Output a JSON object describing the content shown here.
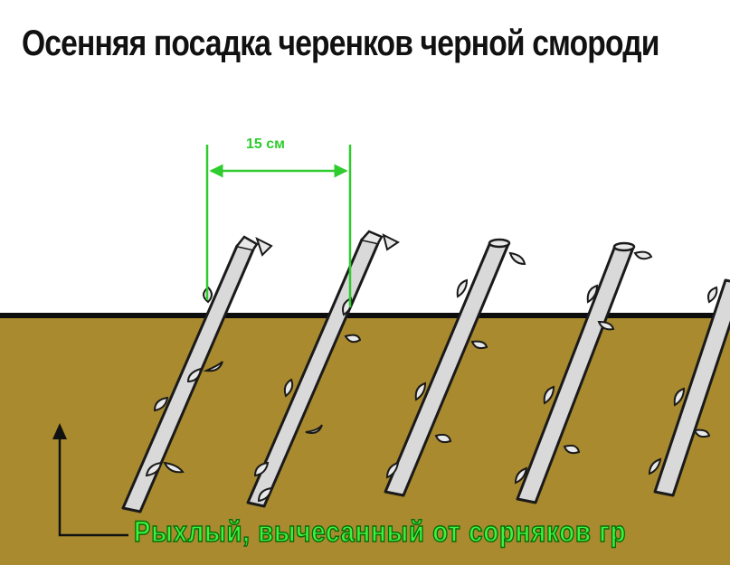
{
  "title": "Осенняя посадка черенков черной смороди",
  "spacing": {
    "label": "15 см"
  },
  "soil": {
    "label": "Рыхлый, вычесанный от сорняков гр"
  },
  "colors": {
    "soil": "#a98a2e",
    "accent": "#3df23d",
    "ground_line": "#0d0d0d",
    "cutting_fill": "#d9d9d9",
    "outline": "#1a1a1a"
  },
  "cuttings": [
    {
      "id": "cutting-1"
    },
    {
      "id": "cutting-2"
    },
    {
      "id": "cutting-3"
    },
    {
      "id": "cutting-4"
    },
    {
      "id": "cutting-5"
    }
  ],
  "icons": [
    "depth-arrow-icon",
    "spacing-arrow-icon"
  ]
}
